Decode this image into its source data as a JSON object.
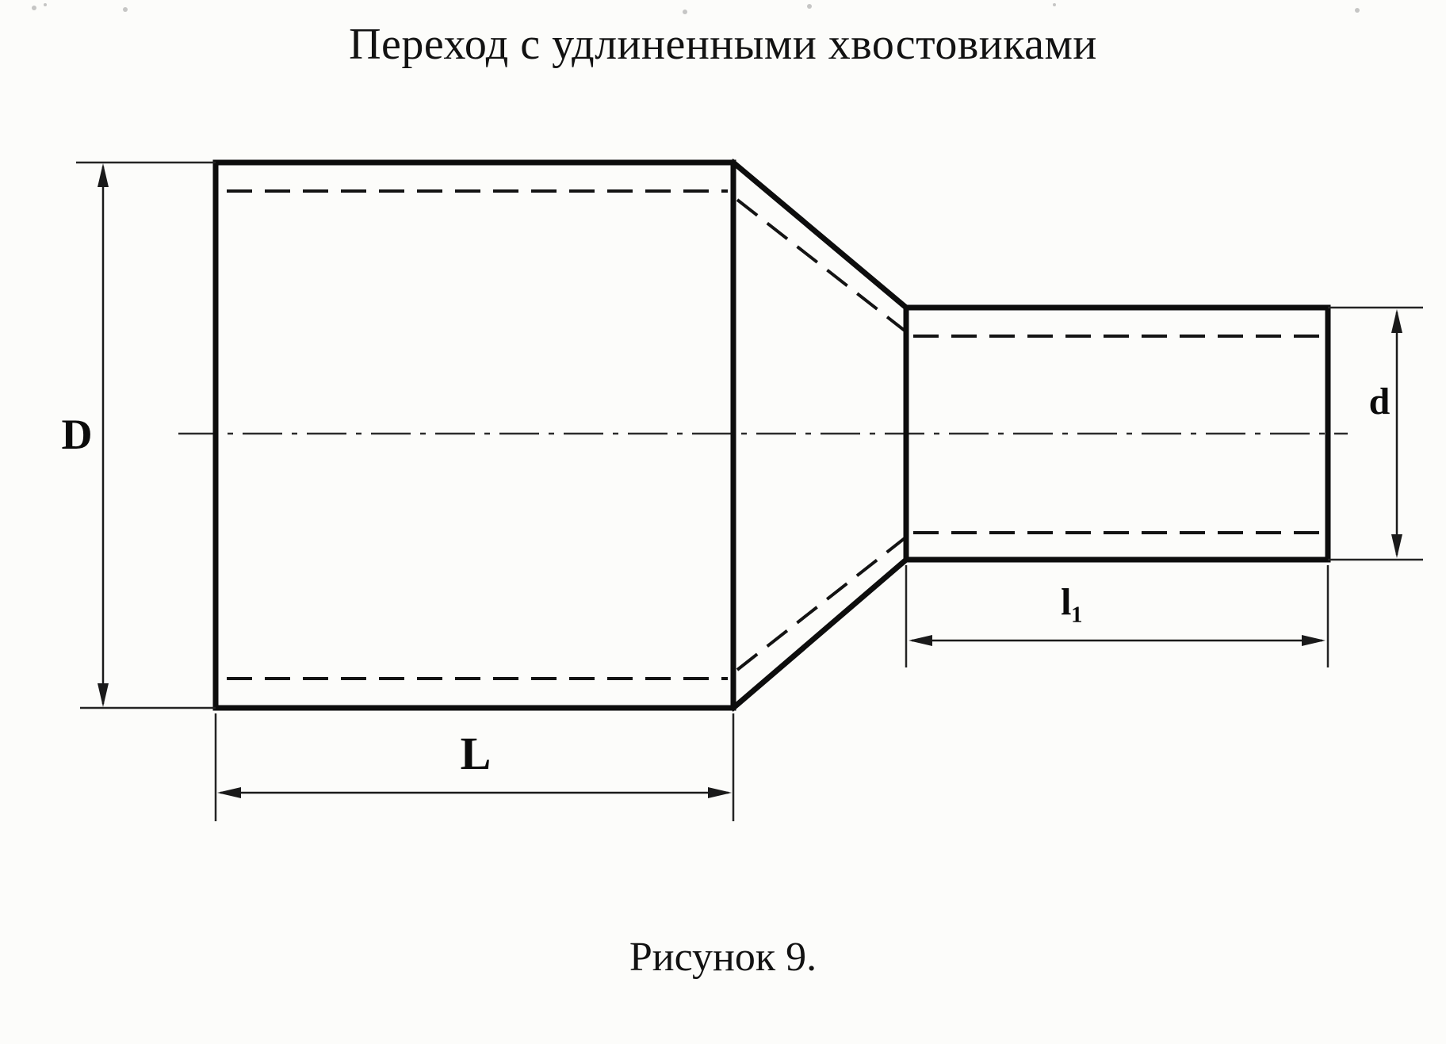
{
  "title": "Переход с удлиненными хвостовиками",
  "caption": "Рисунок 9.",
  "dimension_labels": {
    "large_diameter": "D",
    "small_diameter": "d",
    "large_length": "L",
    "small_length": "l₁"
  }
}
